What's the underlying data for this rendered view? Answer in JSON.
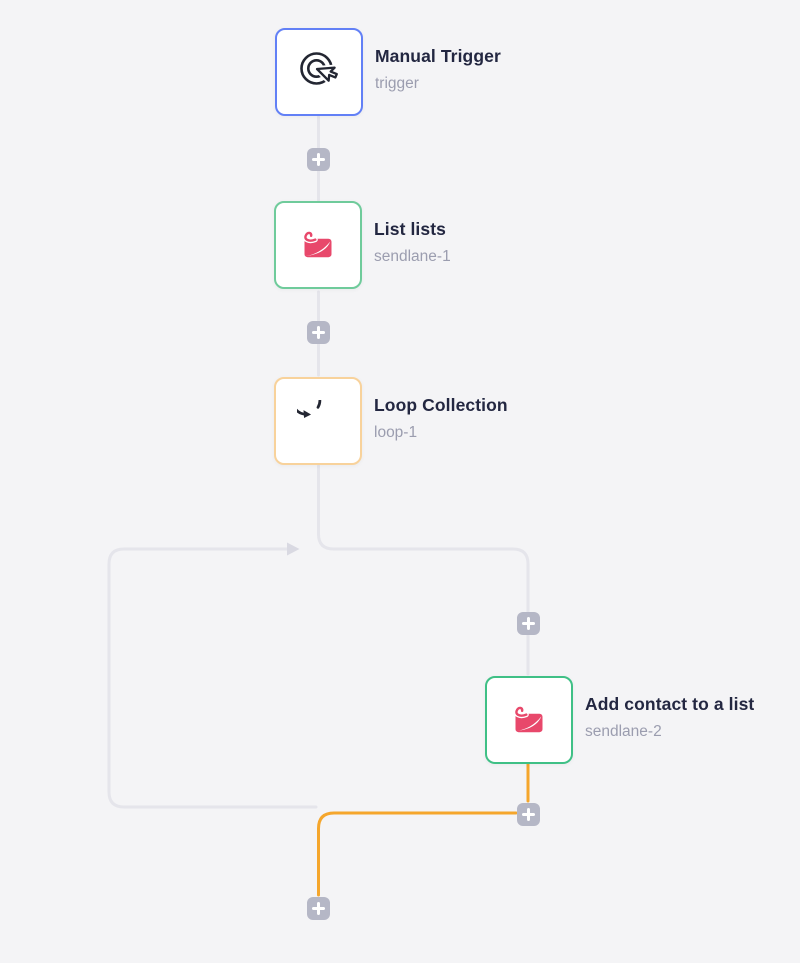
{
  "app": {
    "view": "workflow-canvas",
    "background_color": "#f4f4f6"
  },
  "workflow": {
    "nodes": [
      {
        "title": "Manual Trigger",
        "subtitle": "trigger",
        "icon": "manual-trigger-click-icon",
        "border_color": "#6280f6",
        "role": "trigger"
      },
      {
        "title": "List lists",
        "subtitle": "sendlane-1",
        "icon": "sendlane-icon",
        "border_color": "#6fcb9b",
        "role": "step"
      },
      {
        "title": "Loop Collection",
        "subtitle": "loop-1",
        "icon": "loop-icon",
        "border_color": "#f8d29b",
        "role": "loop"
      },
      {
        "title": "Add contact to a list",
        "subtitle": "sendlane-2",
        "icon": "sendlane-icon",
        "border_color": "#3fc086",
        "role": "step"
      }
    ],
    "add_step_button_count": 5,
    "colors": {
      "connector_line": "#e5e5eb",
      "loopback_arrow": "#d9d9e2",
      "active_path_orange": "#f5a62c",
      "plus_button": "#b5b7c6",
      "node_title": "#232741",
      "node_subtitle": "#9b9daf",
      "sendlane_brand_pink": "#e8486b",
      "icon_stroke_dark": "#232632"
    }
  }
}
